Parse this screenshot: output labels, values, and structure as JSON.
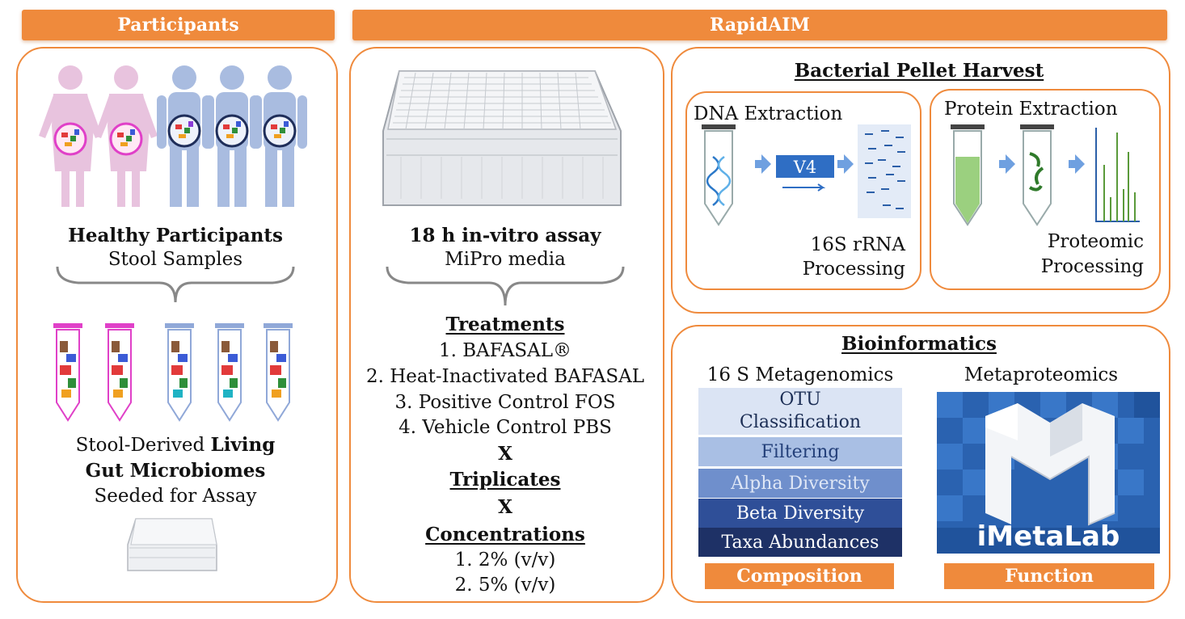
{
  "banners": {
    "participants": "Participants",
    "rapidaim": "RapidAIM"
  },
  "participants": {
    "healthy_bold": "Healthy Participants",
    "stool_samples": "Stool Samples",
    "living_line1_pre": "Stool-Derived ",
    "living_line1_bold": "Living",
    "living_line2_bold": "Gut Microbiomes",
    "seeded": "Seeded for Assay"
  },
  "assay": {
    "title_bold": "18 h in-vitro assay",
    "media": "MiPro media",
    "treatments_heading": "Treatments",
    "treatments": [
      "1. BAFASAL®",
      "2. Heat-Inactivated BAFASAL",
      "3. Positive Control FOS",
      "4. Vehicle Control PBS"
    ],
    "x1": "X",
    "triplicates": "Triplicates",
    "x2": "X",
    "concentrations_heading": "Concentrations",
    "concentrations": [
      "1. 2% (v/v)",
      "2. 5% (v/v)"
    ]
  },
  "harvest": {
    "heading": "Bacterial Pellet Harvest",
    "dna": {
      "title": "DNA Extraction",
      "v4": "V4",
      "processing_line1": "16S rRNA",
      "processing_line2": "Processing"
    },
    "protein": {
      "title": "Protein Extraction",
      "processing_line1": "Proteomic",
      "processing_line2": "Processing"
    }
  },
  "bioinformatics": {
    "heading": "Bioinformatics",
    "metagenomics_title": "16 S Metagenomics",
    "steps": [
      "OTU Classification",
      "Filtering",
      "Alpha Diversity",
      "Beta Diversity",
      "Taxa Abundances"
    ],
    "metaproteomics_title": "Metaproteomics",
    "logo_text": "iMetaLab",
    "composition": "Composition",
    "function": "Function"
  },
  "colors": {
    "accent": "#ef8a3c",
    "female": "#e8c3de",
    "male": "#a9bce0",
    "tube_pink": "#e040c8",
    "tube_blue": "#90a8d8",
    "gel_blue": "#2b5fa8",
    "protein_green": "#5a9a3a"
  }
}
